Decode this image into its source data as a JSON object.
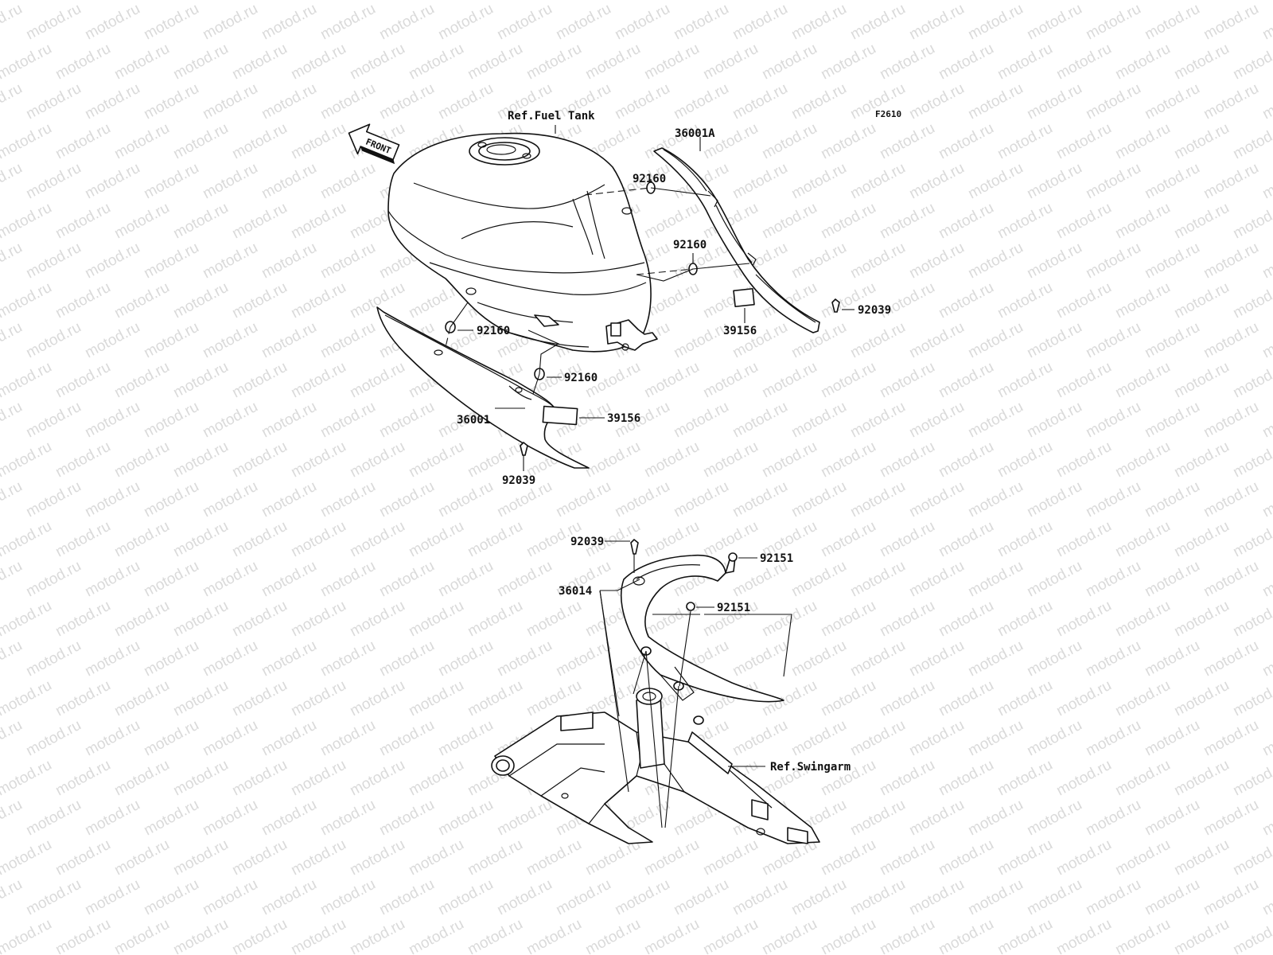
{
  "watermark": {
    "text": "motod.ru"
  },
  "figure_code": "F2610",
  "front_arrow": {
    "text": "FRONT"
  },
  "labels": {
    "ref_fuel_tank": "Ref.Fuel Tank",
    "part_36001A": "36001A",
    "part_92160_a": "92160",
    "part_92160_b": "92160",
    "part_92160_c": "92160",
    "part_92160_d": "92160",
    "part_92039_a": "92039",
    "part_92039_b": "92039",
    "part_92039_c": "92039",
    "part_39156_a": "39156",
    "part_39156_b": "39156",
    "part_36001": "36001",
    "part_36014": "36014",
    "part_92151_a": "92151",
    "part_92151_b": "92151",
    "ref_swingarm": "Ref.Swingarm"
  }
}
